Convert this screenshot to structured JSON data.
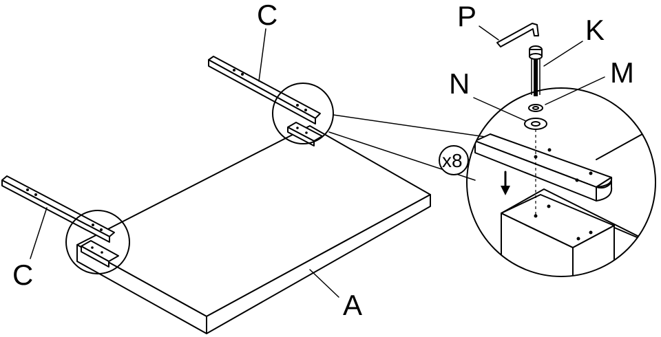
{
  "labels": {
    "board": "A",
    "rail_top": "C",
    "rail_left": "C",
    "hex_key": "P",
    "bolt": "K",
    "washer_small": "M",
    "washer_large": "N",
    "quantity": "x8"
  },
  "colors": {
    "line": "#000000",
    "background": "#ffffff"
  }
}
